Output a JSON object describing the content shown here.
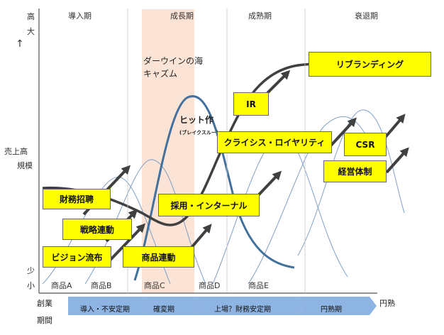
{
  "phases": [
    "導入期",
    "成長期",
    "成熟期",
    "衰退期"
  ],
  "y_axis": {
    "high_1": "高",
    "high_2": "大",
    "arrow": "↑",
    "mid_1": "売上高",
    "mid_2": "規模",
    "low_1": "少",
    "low_2": "小"
  },
  "chasm": {
    "line1": "ダーウインの海",
    "line2": "キャズム"
  },
  "hit": {
    "main": "ヒット作",
    "sub": "(ブレイクスルー)"
  },
  "products": [
    "商品A",
    "商品B",
    "商品C",
    "商品D",
    "商品E"
  ],
  "boxes": {
    "finance": "財務招聘",
    "strategy": "戦略連動",
    "vision": "ビジョン流布",
    "product_link": "商品連動",
    "hiring": "採用・インターナル",
    "crisis": "クライシス・ロイヤリティ",
    "ir": "IR",
    "rebranding": "リブランディング",
    "csr": "CSR",
    "management": "経営体制"
  },
  "timeline": {
    "left_1": "創業",
    "left_2": "期間",
    "end": "円熟",
    "stages": [
      "導入・不安定期",
      "確変期",
      "上場？財務安定期",
      "円熟期"
    ]
  },
  "colors": {
    "highlight": "#ffff00",
    "chasm_band": "#fbe3d6",
    "stage_bar": "#8eb4e3",
    "hit_curve": "#41719c",
    "arrow": "#404040"
  }
}
